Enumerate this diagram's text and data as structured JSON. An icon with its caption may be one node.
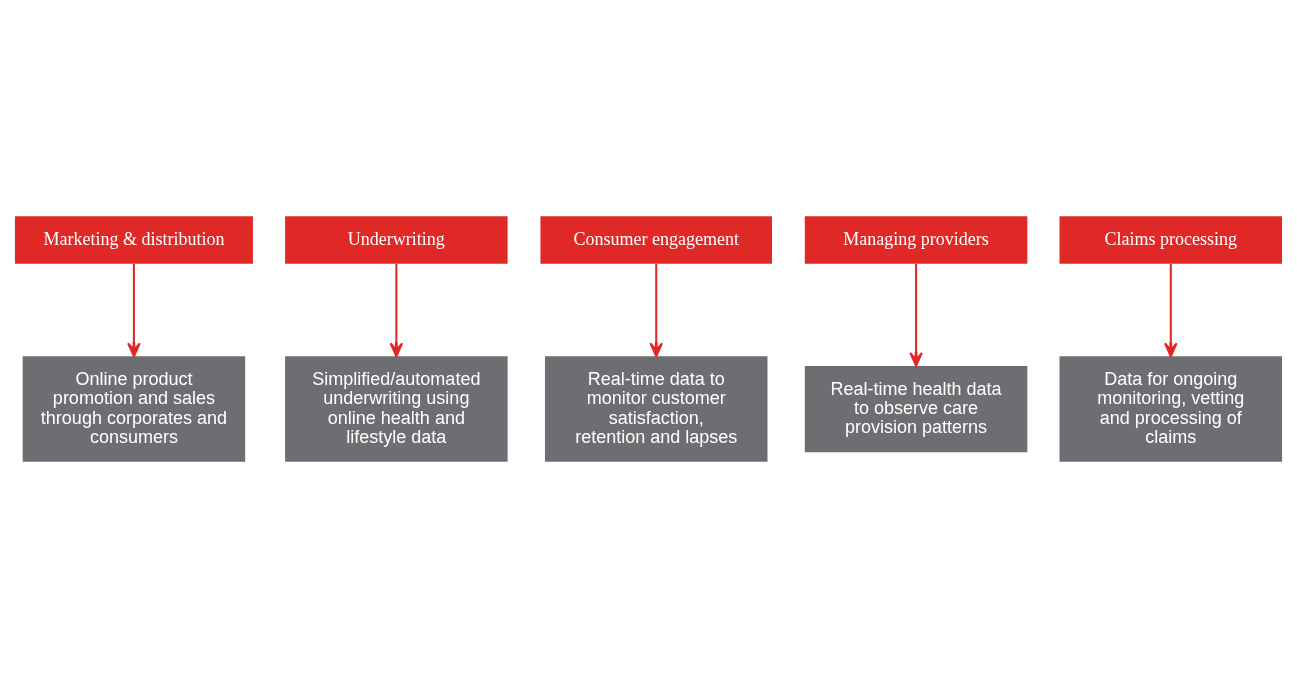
{
  "diagram": {
    "nodes": [
      {
        "text": [
          "Marketing & distribution"
        ]
      },
      {
        "text": [
          "Underwriting"
        ]
      },
      {
        "text": [
          "Consumer engagement"
        ]
      },
      {
        "text": [
          "Managing providers"
        ]
      },
      {
        "text": [
          "Claims processing"
        ]
      },
      {
        "text": [
          "Online product promotion and sales through corporates and consumers"
        ]
      },
      {
        "text": [
          "Simplified/automated underwriting using online health and lifestyle data"
        ]
      },
      {
        "text": [
          "Real-time data to monitor customer satisfaction, retention and lapses"
        ]
      },
      {
        "text": [
          "Real-time health data to observe care provision patterns"
        ]
      },
      {
        "text": [
          "Data for ongoing monitoring, vetting and processing of claims"
        ]
      }
    ],
    "edges": [
      {
        "from": 0,
        "to": 5,
        "arrow": "to"
      },
      {
        "from": 1,
        "to": 6,
        "arrow": "to"
      },
      {
        "from": 2,
        "to": 7,
        "arrow": "to"
      },
      {
        "from": 3,
        "to": 8,
        "arrow": "to"
      },
      {
        "from": 4,
        "to": 9,
        "arrow": "to"
      }
    ]
  }
}
